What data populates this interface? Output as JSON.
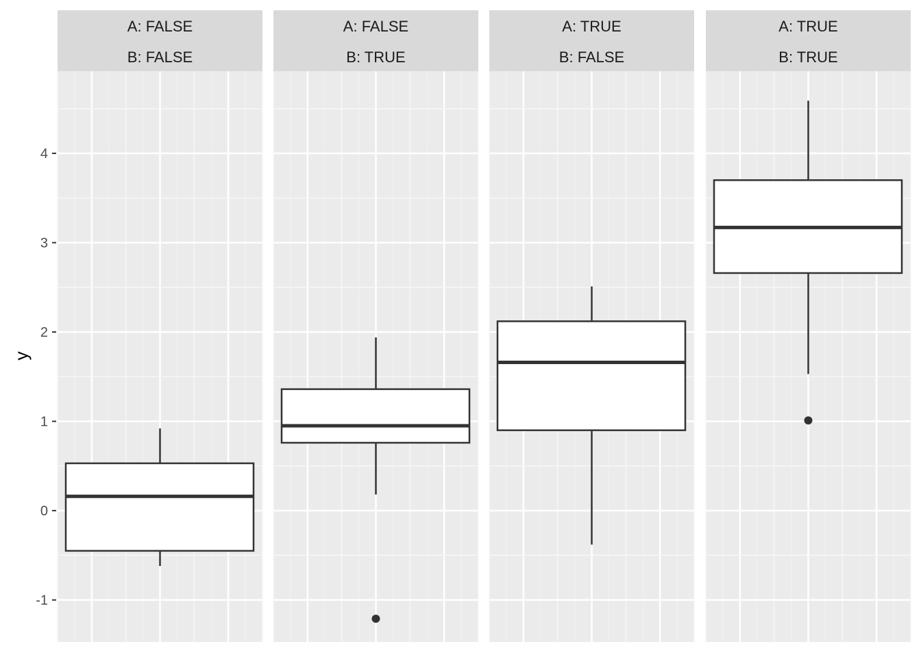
{
  "chart_data": {
    "type": "boxplot",
    "ylabel": "y",
    "xlabel": "",
    "ylim": [
      -1.47,
      4.92
    ],
    "yticks": [
      -1,
      0,
      1,
      2,
      3,
      4
    ],
    "grid": true,
    "facets": [
      {
        "strip": [
          "A: FALSE",
          "B: FALSE"
        ],
        "box": {
          "whisker_low": -0.62,
          "q1": -0.45,
          "median": 0.16,
          "q3": 0.53,
          "whisker_high": 0.92
        },
        "outliers": []
      },
      {
        "strip": [
          "A: FALSE",
          "B: TRUE"
        ],
        "box": {
          "whisker_low": 0.18,
          "q1": 0.76,
          "median": 0.95,
          "q3": 1.36,
          "whisker_high": 1.94
        },
        "outliers": [
          -1.21
        ]
      },
      {
        "strip": [
          "A: TRUE",
          "B: FALSE"
        ],
        "box": {
          "whisker_low": -0.38,
          "q1": 0.9,
          "median": 1.66,
          "q3": 2.12,
          "whisker_high": 2.51
        },
        "outliers": []
      },
      {
        "strip": [
          "A: TRUE",
          "B: TRUE"
        ],
        "box": {
          "whisker_low": 1.53,
          "q1": 2.66,
          "median": 3.17,
          "q3": 3.7,
          "whisker_high": 4.59
        },
        "outliers": [
          1.01
        ]
      }
    ]
  }
}
